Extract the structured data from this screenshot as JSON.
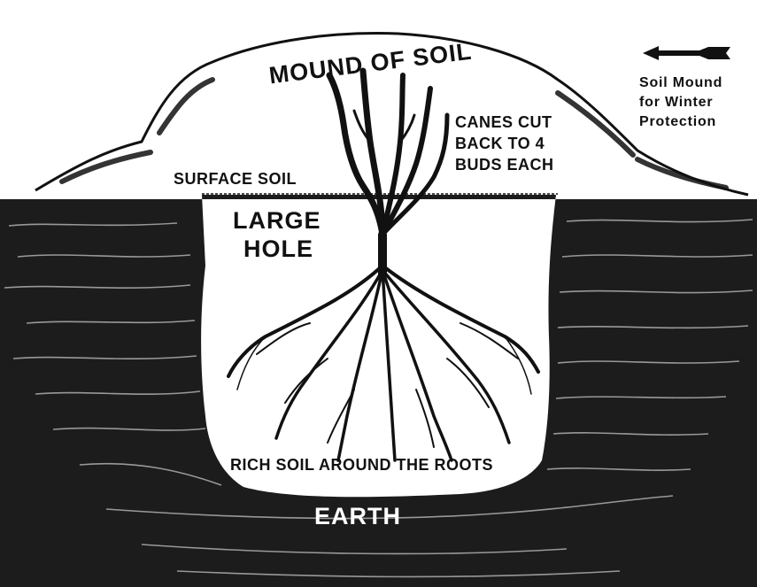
{
  "labels": {
    "mound": "MOUND OF SOIL",
    "canes_1": "CANES CUT",
    "canes_2": "BACK TO 4",
    "canes_3": "BUDS EACH",
    "surface": "SURFACE SOIL",
    "hole_1": "LARGE",
    "hole_2": "HOLE",
    "rich": "RICH SOIL AROUND THE ROOTS",
    "earth": "EARTH"
  },
  "legend": {
    "line_1": "Soil Mound",
    "line_2": "for Winter",
    "line_3": "Protection",
    "arrow_icon": "left-arrow-icon"
  },
  "colors": {
    "ink": "#111111",
    "paper": "#ffffff",
    "earth": "#1c1c1c"
  }
}
